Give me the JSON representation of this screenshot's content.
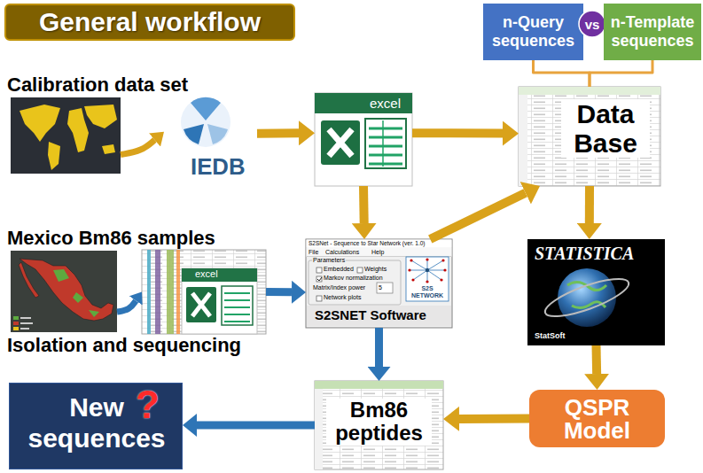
{
  "diagram": {
    "title": "General workflow",
    "nodes": [
      {
        "text": [
          "Calibration data set"
        ]
      },
      {
        "text": [
          "IEDB"
        ]
      },
      {
        "text": [
          "excel"
        ]
      },
      {
        "text": [
          "n-Query sequences"
        ]
      },
      {
        "text": [
          "vs"
        ]
      },
      {
        "text": [
          "n-Template sequences"
        ]
      },
      {
        "text": [
          "Data Base"
        ]
      },
      {
        "text": [
          "Mexico Bm86 samples"
        ]
      },
      {
        "text": [
          "excel"
        ]
      },
      {
        "text": [
          "S2SNET Software",
          "S2SNet - Sequence to Star Network (ver. 1.0)",
          "File",
          "Calculations",
          "Help",
          "Parameters",
          "Embedded",
          "Weights",
          "Markov normalization",
          "Matrix/Index power",
          "5",
          "Network plots",
          "S2S NETWORK"
        ]
      },
      {
        "text": [
          "STATISTICA",
          "StatSoft"
        ]
      },
      {
        "text": [
          "New sequences",
          "?"
        ]
      },
      {
        "text": [
          "Bm86 peptides"
        ]
      },
      {
        "text": [
          "QSPR Model"
        ]
      }
    ],
    "edges": [
      {
        "from": 0,
        "to": 1,
        "arrow": "to"
      },
      {
        "from": 1,
        "to": 2,
        "arrow": "to"
      },
      {
        "from": 2,
        "to": 6,
        "arrow": "to"
      },
      {
        "from": 2,
        "to": 9,
        "arrow": "to"
      },
      {
        "from": 9,
        "to": 6,
        "arrow": "to"
      },
      {
        "from": 3,
        "to": 6,
        "arrow": "none"
      },
      {
        "from": 5,
        "to": 6,
        "arrow": "none"
      },
      {
        "from": 6,
        "to": 10,
        "arrow": "to"
      },
      {
        "from": 10,
        "to": 13,
        "arrow": "to"
      },
      {
        "from": 13,
        "to": 12,
        "arrow": "to"
      },
      {
        "from": 7,
        "to": 8,
        "arrow": "to"
      },
      {
        "from": 8,
        "to": 9,
        "arrow": "to"
      },
      {
        "from": 9,
        "to": 12,
        "arrow": "to"
      },
      {
        "from": 12,
        "to": 11,
        "arrow": "to"
      }
    ],
    "labels": [
      "Isolation and sequencing"
    ]
  }
}
